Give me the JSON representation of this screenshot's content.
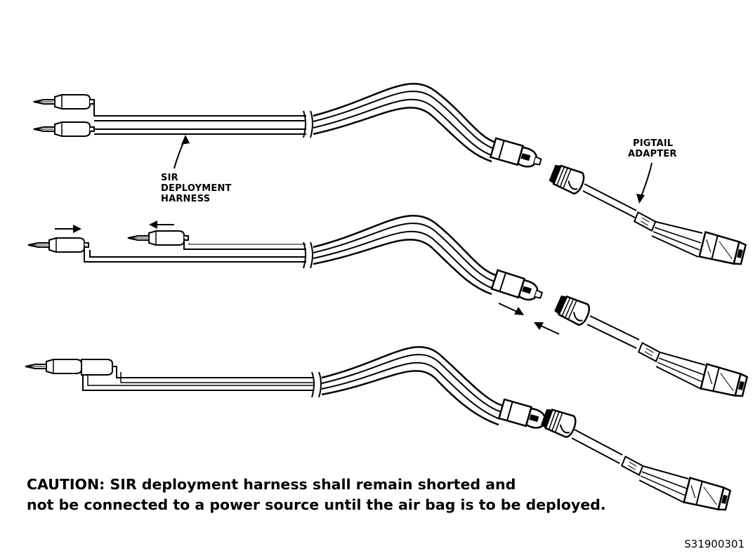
{
  "labels": {
    "sir_line1": "SIR",
    "sir_line2": "DEPLOYMENT",
    "sir_line3": "HARNESS",
    "pigtail_line1": "PIGTAIL",
    "pigtail_line2": "ADAPTER"
  },
  "caption": {
    "line1": "CAUTION:  SIR deployment harness shall remain shorted and",
    "line2": "not be connected to a power source until the air bag is to be deployed."
  },
  "figure_id": "S31900301"
}
